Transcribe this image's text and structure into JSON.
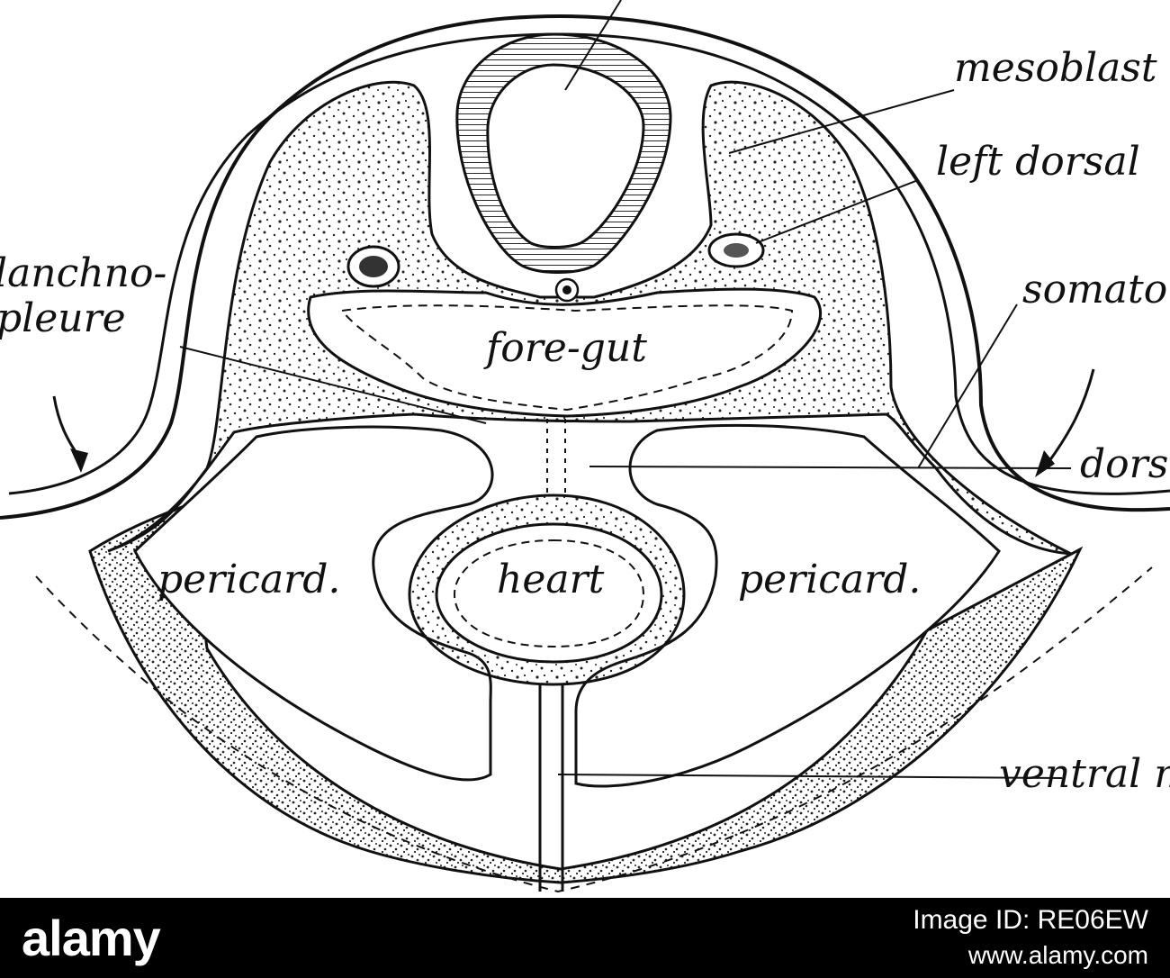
{
  "labels": {
    "mesoblast": "mesoblast",
    "left_dorsal": "left dorsal",
    "splanchno_line1": "lanchno-",
    "splanchno_line2": "pleure",
    "somato": "somato",
    "fore_gut": "fore-gut",
    "dorsal": "dors",
    "pericard_left": "pericard.",
    "heart": "heart",
    "pericard_right": "pericard.",
    "ventral": "ventral m"
  },
  "watermark": {
    "brand": "alamy",
    "image_id": "Image ID: RE06EW",
    "url": "www.alamy.com"
  },
  "colors": {
    "ink": "#111111",
    "paper": "#ffffff",
    "bar": "#000000"
  }
}
